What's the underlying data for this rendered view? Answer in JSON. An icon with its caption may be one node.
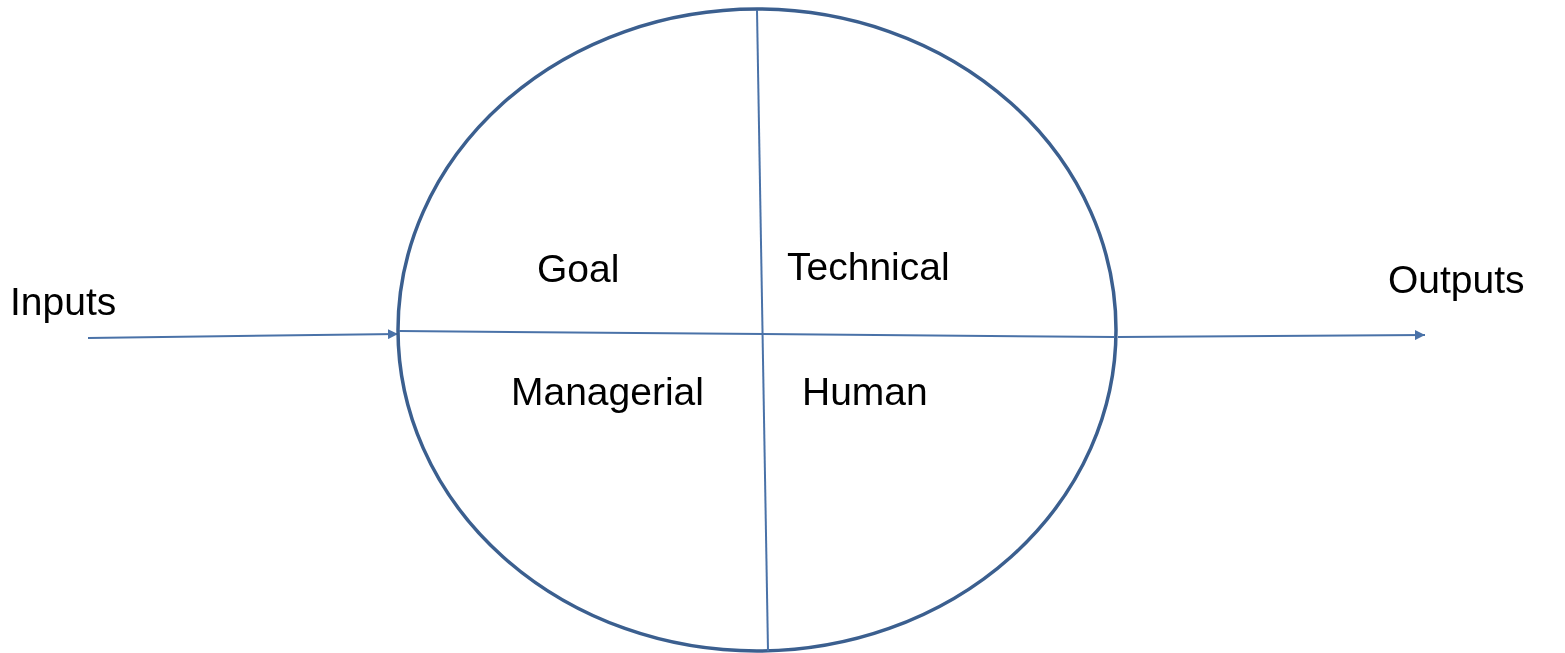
{
  "diagram": {
    "nodes": [
      {
        "text": [
          "Inputs"
        ]
      },
      {
        "text": [
          "Goal",
          "Technical",
          "Managerial",
          "Human"
        ]
      },
      {
        "text": [
          "Outputs"
        ]
      }
    ],
    "edges": [
      {
        "from": 0,
        "to": 1,
        "arrow": "to"
      },
      {
        "from": 1,
        "to": 2,
        "arrow": "to"
      }
    ]
  }
}
